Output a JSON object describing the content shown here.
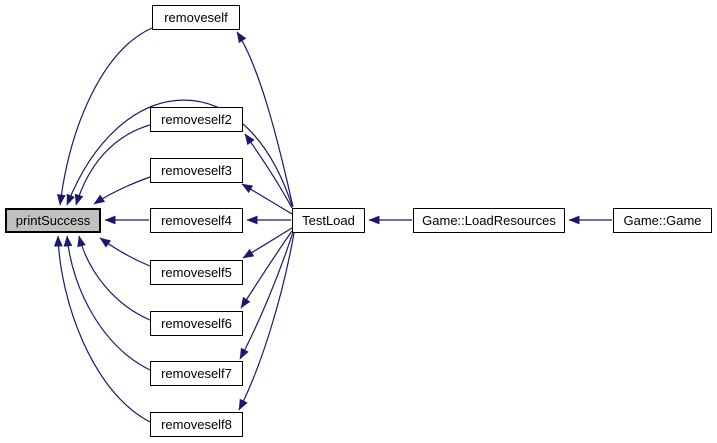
{
  "diagram": {
    "type": "caller-graph",
    "background_color": "#ffffff",
    "edge_color": "#191970",
    "node_border_color": "#000000",
    "node_fill_color": "#ffffff",
    "highlighted_node_fill": "#c0c0c0",
    "nodes": [
      {
        "id": "printSuccess",
        "label": "printSuccess",
        "highlighted": true
      },
      {
        "id": "removeself",
        "label": "removeself",
        "highlighted": false
      },
      {
        "id": "removeself2",
        "label": "removeself2",
        "highlighted": false
      },
      {
        "id": "removeself3",
        "label": "removeself3",
        "highlighted": false
      },
      {
        "id": "removeself4",
        "label": "removeself4",
        "highlighted": false
      },
      {
        "id": "removeself5",
        "label": "removeself5",
        "highlighted": false
      },
      {
        "id": "removeself6",
        "label": "removeself6",
        "highlighted": false
      },
      {
        "id": "removeself7",
        "label": "removeself7",
        "highlighted": false
      },
      {
        "id": "removeself8",
        "label": "removeself8",
        "highlighted": false
      },
      {
        "id": "TestLoad",
        "label": "TestLoad",
        "highlighted": false
      },
      {
        "id": "GameLoadResources",
        "label": "Game::LoadResources",
        "highlighted": false
      },
      {
        "id": "GameGame",
        "label": "Game::Game",
        "highlighted": false
      }
    ],
    "edges": [
      {
        "from": "removeself",
        "to": "printSuccess"
      },
      {
        "from": "removeself2",
        "to": "printSuccess"
      },
      {
        "from": "removeself3",
        "to": "printSuccess"
      },
      {
        "from": "removeself4",
        "to": "printSuccess"
      },
      {
        "from": "removeself5",
        "to": "printSuccess"
      },
      {
        "from": "removeself6",
        "to": "printSuccess"
      },
      {
        "from": "removeself7",
        "to": "printSuccess"
      },
      {
        "from": "removeself8",
        "to": "printSuccess"
      },
      {
        "from": "TestLoad",
        "to": "printSuccess"
      },
      {
        "from": "TestLoad",
        "to": "removeself"
      },
      {
        "from": "TestLoad",
        "to": "removeself2"
      },
      {
        "from": "TestLoad",
        "to": "removeself3"
      },
      {
        "from": "TestLoad",
        "to": "removeself4"
      },
      {
        "from": "TestLoad",
        "to": "removeself5"
      },
      {
        "from": "TestLoad",
        "to": "removeself6"
      },
      {
        "from": "TestLoad",
        "to": "removeself7"
      },
      {
        "from": "TestLoad",
        "to": "removeself8"
      },
      {
        "from": "GameLoadResources",
        "to": "TestLoad"
      },
      {
        "from": "GameGame",
        "to": "GameLoadResources"
      }
    ]
  }
}
